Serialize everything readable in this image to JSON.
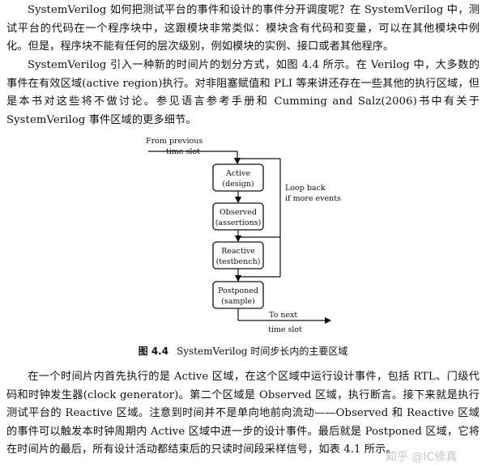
{
  "paragraphs": {
    "p1": "SystemVerilog 如何把测试平台的事件和设计的事件分开调度呢？在 SystemVerilog 中，测试平台的代码在一个程序块中，这跟模块非常类似：模块含有代码和变量，可以在其他模块中例化。但是，程序块不能有任何的层次级别，例如模块的实例、接口或者其他程序。",
    "p2": "SystemVerilog 引入一种新的时间片的划分方式，如图 4.4 所示。在 Verilog 中，大多数的事件在有效区域(active region)执行。对非阻塞赋值和 PLI 等来讲还存在一些其他的执行区域，但是本书对这些将不做讨论。参见语言参考手册和 Cumming and Salz(2006)书中有关于 SystemVerilog 事件区域的更多细节。",
    "p3": "在一个时间片内首先执行的是 Active 区域，在这个区域中运行设计事件，包括 RTL、门级代码和时钟发生器(clock generator)。第二个区域是 Observed 区域，执行断言。接下来就是执行测试平台的 Reactive 区域。注意到时间并不是单向地前向流动——Observed 和 Reactive 区域的事件可以触发本时钟周期内 Active 区域中进一步的设计事件。最后就是 Postponed 区域，它将在时间片的最后，所有设计活动都结束后的只读时间段采样信号，如表 4.1 所示。"
  },
  "figure": {
    "from_line1": "From previous",
    "from_line2": "time slot",
    "loop_line1": "Loop back",
    "loop_line2": "if more events",
    "to_line1": "To next",
    "to_line2": "time slot",
    "boxes": [
      {
        "title": "Active",
        "sub": "(design)"
      },
      {
        "title": "Observed",
        "sub": "(assertions)"
      },
      {
        "title": "Reactive",
        "sub": "(testbench)"
      },
      {
        "title": "Postponed",
        "sub": "(sample)"
      }
    ]
  },
  "caption": {
    "number": "图 4.4",
    "text": "SystemVerilog 时间步长内的主要区域"
  },
  "watermark": "知乎 @IC修真"
}
